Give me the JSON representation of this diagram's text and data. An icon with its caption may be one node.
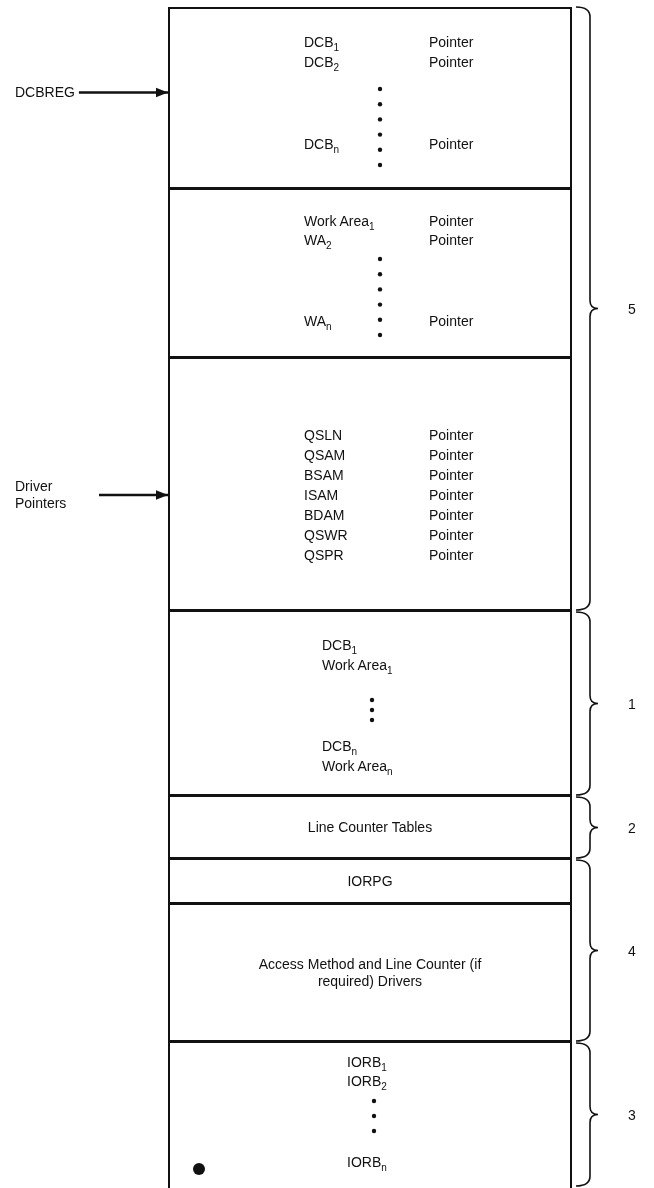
{
  "diagram": {
    "nodes": [
      {
        "text": [
          "DCBREG"
        ]
      },
      {
        "text": [
          "DCB$_{1}$",
          "Pointer",
          "DCB$_{2}$",
          "Pointer",
          "DCB$_{n}$",
          "Pointer"
        ]
      },
      {
        "text": [
          "Work Area$_{1}$",
          "Pointer",
          "WA$_{2}$",
          "Pointer",
          "WA$_{n}$",
          "Pointer"
        ]
      },
      {
        "text": [
          "Driver Pointers"
        ]
      },
      {
        "text": [
          "QSLN",
          "Pointer",
          "QSAM",
          "Pointer",
          "BSAM",
          "Pointer",
          "ISAM",
          "Pointer",
          "BDAM",
          "Pointer",
          "QSWR",
          "Pointer",
          "QSPR",
          "Pointer"
        ]
      },
      {
        "text": [
          "DCB$_{1}$",
          "Work Area$_{1}$",
          "DCB$_{n}$",
          "Work Area$_{n}$"
        ]
      },
      {
        "text": [
          "Line Counter Tables"
        ]
      },
      {
        "text": [
          "IORPG"
        ]
      },
      {
        "text": [
          "Access Method and Line Counter (if required) Drivers"
        ]
      },
      {
        "text": [
          "IORB$_{1}$",
          "IORB$_{2}$",
          "IORB$_{n}$"
        ]
      }
    ],
    "edges": [
      {
        "from": 0,
        "to": 1,
        "arrow": "to"
      },
      {
        "from": 3,
        "to": 4,
        "arrow": "to"
      }
    ],
    "labels": [
      "5",
      "1",
      "2",
      "4",
      "3"
    ]
  }
}
